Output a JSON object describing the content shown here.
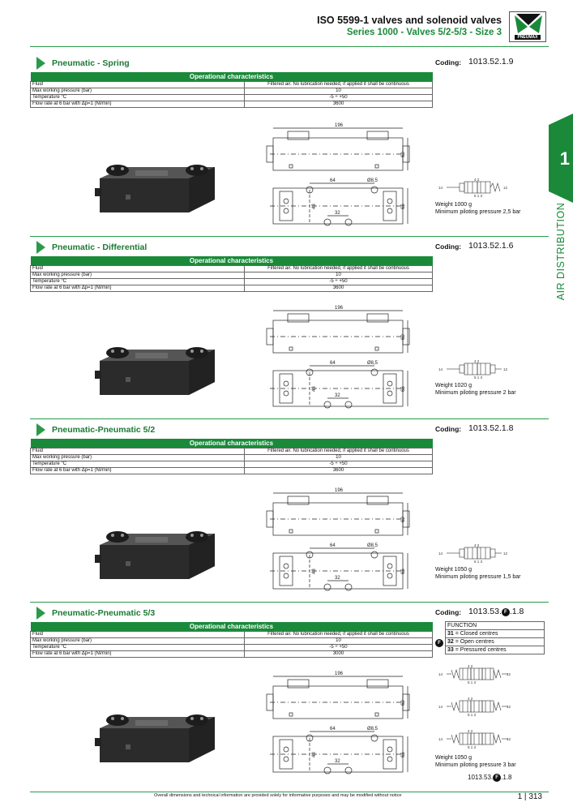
{
  "header": {
    "title": "ISO 5599-1 valves and solenoid valves",
    "subtitle": "Series 1000 - Valves 5/2-5/3 - Size 3",
    "logo_text": "PNEUMAX"
  },
  "side_tab": {
    "number": "1",
    "label": "AIR DISTRIBUTION"
  },
  "table_header": "Operational characteristics",
  "coding_label": "Coding:",
  "drawing_dims": {
    "length": "196",
    "height": "60",
    "spacing": "64",
    "hole": "Ø8,5",
    "depth": "66",
    "d48": "48",
    "d32": "32"
  },
  "symbol_labels": {
    "p14": "14",
    "p12": "12",
    "p42": "4  2",
    "p513": "5 1 3"
  },
  "sections": [
    {
      "title": "Pneumatic - Spring",
      "coding": "1013.52.1.9",
      "rows": [
        {
          "label": "Fluid",
          "value": "Filtered air. No lubrication needed, if applied it shall be continuous"
        },
        {
          "label": "Max working pressure (bar)",
          "value": "10"
        },
        {
          "label": "Temperature °C",
          "value": "-5 ÷ +50"
        },
        {
          "label": "Flow rate at 6 bar with Δp=1 (Nl/min)",
          "value": "3600"
        }
      ],
      "weight": "Weight 1000 g",
      "min_pressure": "Minimum piloting pressure 2,5 bar"
    },
    {
      "title": "Pneumatic - Differential",
      "coding": "1013.52.1.6",
      "rows": [
        {
          "label": "Fluid",
          "value": "Filtered air. No lubrication needed, if applied it shall be continuous"
        },
        {
          "label": "Max working pressure (bar)",
          "value": "10"
        },
        {
          "label": "Temperature °C",
          "value": "-5 ÷ +50"
        },
        {
          "label": "Flow rate at 6 bar with Δp=1 (Nl/min)",
          "value": "3600"
        }
      ],
      "weight": "Weight 1020 g",
      "min_pressure": "Minimum piloting pressure 2 bar"
    },
    {
      "title": "Pneumatic-Pneumatic 5/2",
      "coding": "1013.52.1.8",
      "rows": [
        {
          "label": "Fluid",
          "value": "Filtered air. No lubrication needed, if applied it shall be continuous"
        },
        {
          "label": "Max working pressure (bar)",
          "value": "10"
        },
        {
          "label": "Temperature °C",
          "value": "-5 ÷ +50"
        },
        {
          "label": "Flow rate at 6 bar with Δp=1 (Nl/min)",
          "value": "3600"
        }
      ],
      "weight": "Weight 1050 g",
      "min_pressure": "Minimum piloting pressure 1,5 bar"
    },
    {
      "title": "Pneumatic-Pneumatic 5/3",
      "coding_a": "1013.53.",
      "coding_b": ".1.8",
      "badge": "F",
      "rows": [
        {
          "label": "Fluid",
          "value": "Filtered air. No lubrication needed, if applied it shall be continuous"
        },
        {
          "label": "Max working pressure (bar)",
          "value": "10"
        },
        {
          "label": "Temperature °C",
          "value": "-5 ÷ +50"
        },
        {
          "label": "Flow rate at 6 bar with Δp=1 (Nl/min)",
          "value": "3000"
        }
      ],
      "function": {
        "heading": "FUNCTION",
        "items": [
          {
            "code": "31",
            "label": "Closed centres"
          },
          {
            "code": "32",
            "label": "Open centres"
          },
          {
            "code": "33",
            "label": "Pressured centres"
          }
        ]
      },
      "weight": "Weight 1050 g",
      "min_pressure": "Minimum piloting pressure 3 bar"
    }
  ],
  "footer": {
    "note": "Overall dimensions and technical information are provided solely for informative purposes and may be modified without notice",
    "chapter": "1",
    "page": "313"
  },
  "colors": {
    "green": "#1a8a3a",
    "dark": "#111111"
  }
}
